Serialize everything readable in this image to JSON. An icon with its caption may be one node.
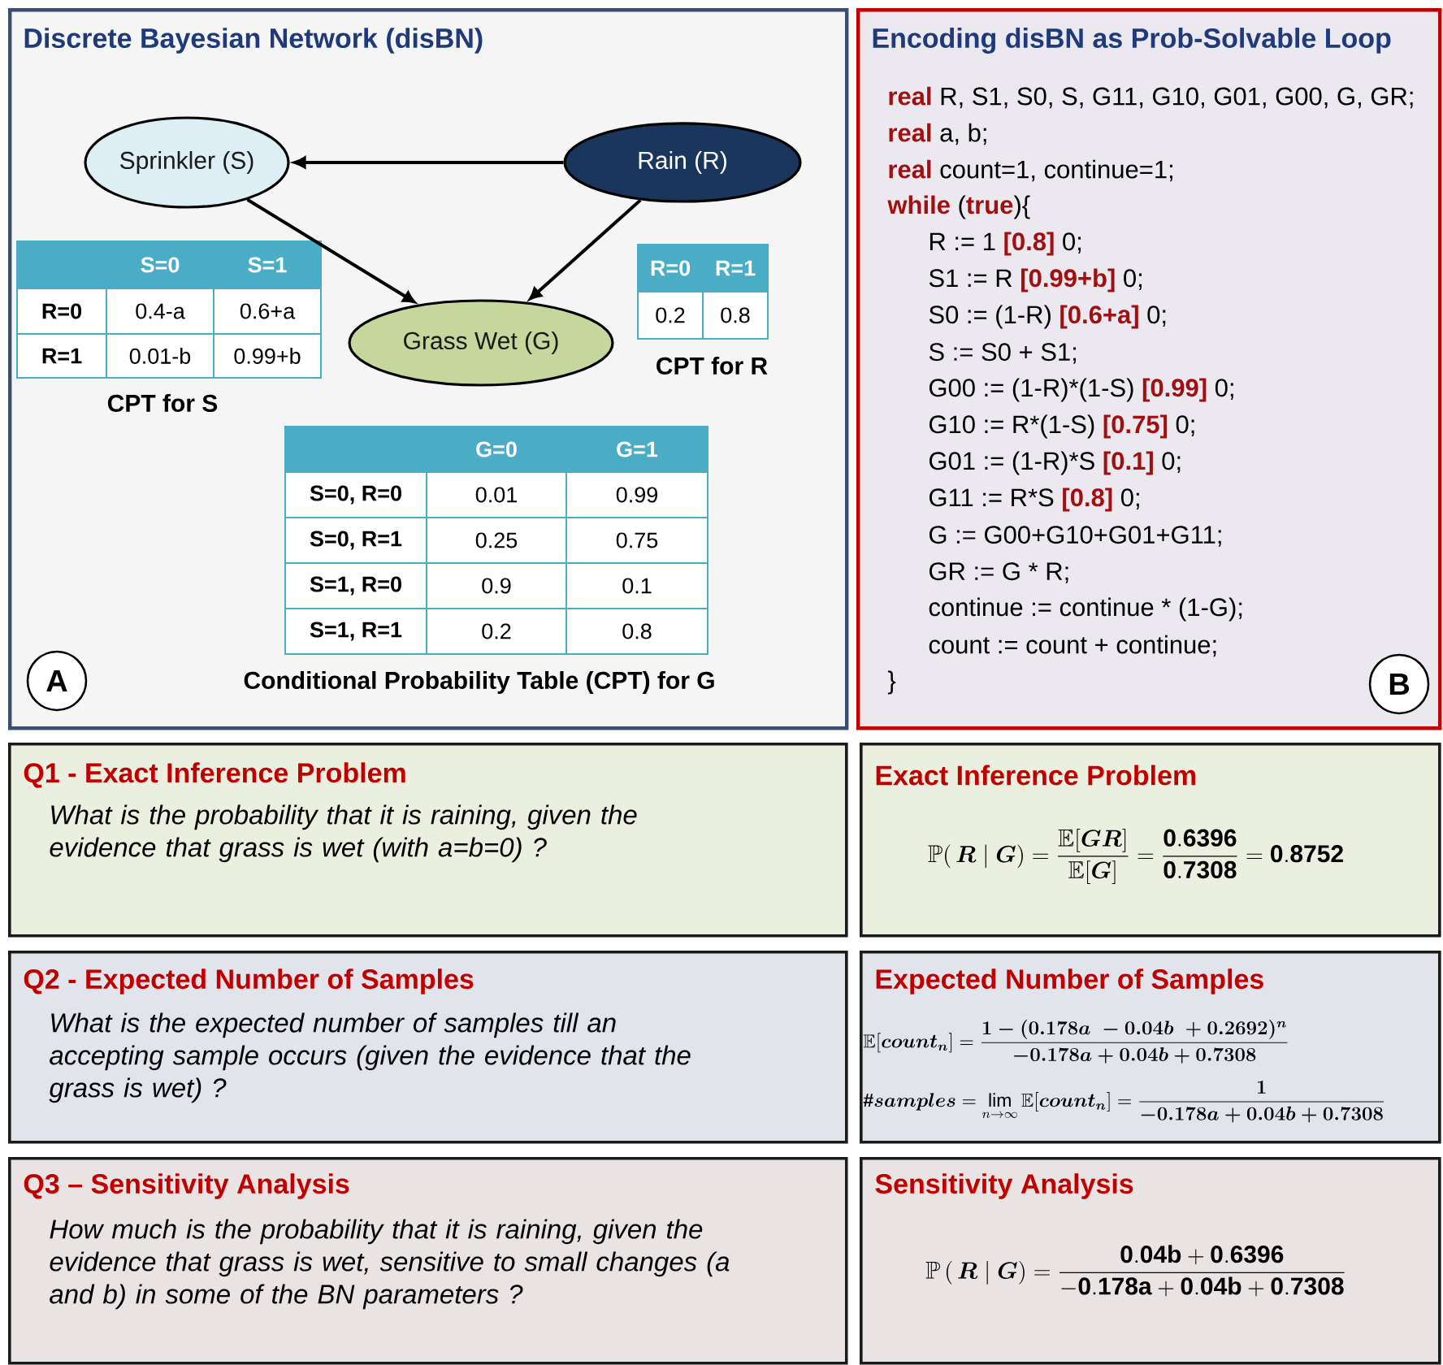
{
  "diagram": {
    "nodes": [
      {
        "text": [
          "Discrete Bayesian Network (disBN)"
        ]
      },
      {
        "text": [
          "Sprinkler (S)"
        ],
        "in": 0
      },
      {
        "text": [
          "Rain (R)"
        ],
        "in": 0
      },
      {
        "text": [
          "Grass Wet (G)"
        ],
        "in": 0
      },
      {
        "text": [
          "A"
        ],
        "in": 0
      },
      {
        "text": [
          "Encoding disBN as Prob-Solvable Loop",
          "**real** R, S1, S0, S, G11, G10, G01, G00, G, GR;",
          "**real** a, b;",
          "**real** count=1, continue=1;",
          "**while** (**true**){",
          "R := 1 **[0.8]** 0;",
          "S1 := R **[0.99+b]** 0;",
          "S0 := (1-R) **[0.6+a]** 0;",
          "S := S0 + S1;",
          "G00 := (1-R)*(1-S) **[0.99]** 0;",
          "G10 := R*(1-S) **[0.75]** 0;",
          "G01 := (1-R)*S **[0.1]** 0;",
          "G11 := R*S **[0.8]** 0;",
          "G := G00+G10+G01+G11;",
          "GR := G * R;",
          "continue := continue * (1-G);",
          "count := count + continue;",
          "}"
        ]
      },
      {
        "text": [
          "B"
        ],
        "in": 5
      },
      {
        "text": [
          "Q1 - Exact Inference Problem",
          "What is the probability that it is raining, given the evidence that grass is wet (with a=b=0) ?"
        ]
      },
      {
        "text": [
          "Exact Inference Problem",
          "\\mathbb{P}(\\,\\boldsymbol{R} \\mid \\boldsymbol{G}) = \\frac{\\mathbb{E}[\\boldsymbol{GR}]}{\\mathbb{E}[\\boldsymbol{G}]} = \\frac{\\mathbf{0.6396}}{\\mathbf{0.7308}} = \\mathbf{0.8752}"
        ]
      },
      {
        "text": [
          "Q2 - Expected Number of Samples",
          "What is the expected number of samples till an accepting sample occurs (given the evidence that the grass is wet) ?"
        ]
      },
      {
        "text": [
          "Expected Number of Samples",
          "\\mathbb{E}[\\boldsymbol{count_n}] = \\frac{\\boldsymbol{1-(0.178a\\;-0.04b\\;+0.2692)^n}}{\\boldsymbol{-0.178a+0.04b+0.7308}}",
          "\\boldsymbol{\\#samples} = \\lim_{n\\to\\infty}\\mathbb{E}[\\boldsymbol{count_n}] = \\frac{\\boldsymbol{1}}{\\boldsymbol{-0.178a+0.04b+0.7308}}"
        ]
      },
      {
        "text": [
          "Q3 – Sensitivity Analysis",
          "How much is the probability that it is raining, given the evidence that grass is wet, sensitive to small changes (a and b) in some of the BN parameters ?"
        ]
      },
      {
        "text": [
          "Sensitivity Analysis",
          "\\mathbb{P}\\,(\\,\\boldsymbol{R} \\mid \\boldsymbol{G}) = \\frac{\\mathbf{0.04b + 0.6396}}{\\mathbf{-0.178a + 0.04b + 0.7308}}"
        ]
      }
    ],
    "edges": [
      {
        "from": 2,
        "to": 1,
        "arrow": "to"
      },
      {
        "from": 1,
        "to": 3,
        "arrow": "to"
      },
      {
        "from": 2,
        "to": 3,
        "arrow": "to"
      }
    ],
    "labels": [
      "S=0",
      "S=1",
      "R=0",
      "0.4-a",
      "0.6+a",
      "R=1",
      "0.01-b",
      "0.99+b",
      "CPT for S",
      "R=0",
      "R=1",
      "0.2",
      "0.8",
      "CPT for R",
      "G=0",
      "G=1",
      "S=0, R=0",
      "0.01",
      "0.99",
      "S=0, R=1",
      "0.25",
      "0.75",
      "S=1, R=0",
      "0.9",
      "0.1",
      "S=1, R=1",
      "0.2",
      "0.8",
      "Conditional Probability Table (CPT) for G"
    ]
  }
}
